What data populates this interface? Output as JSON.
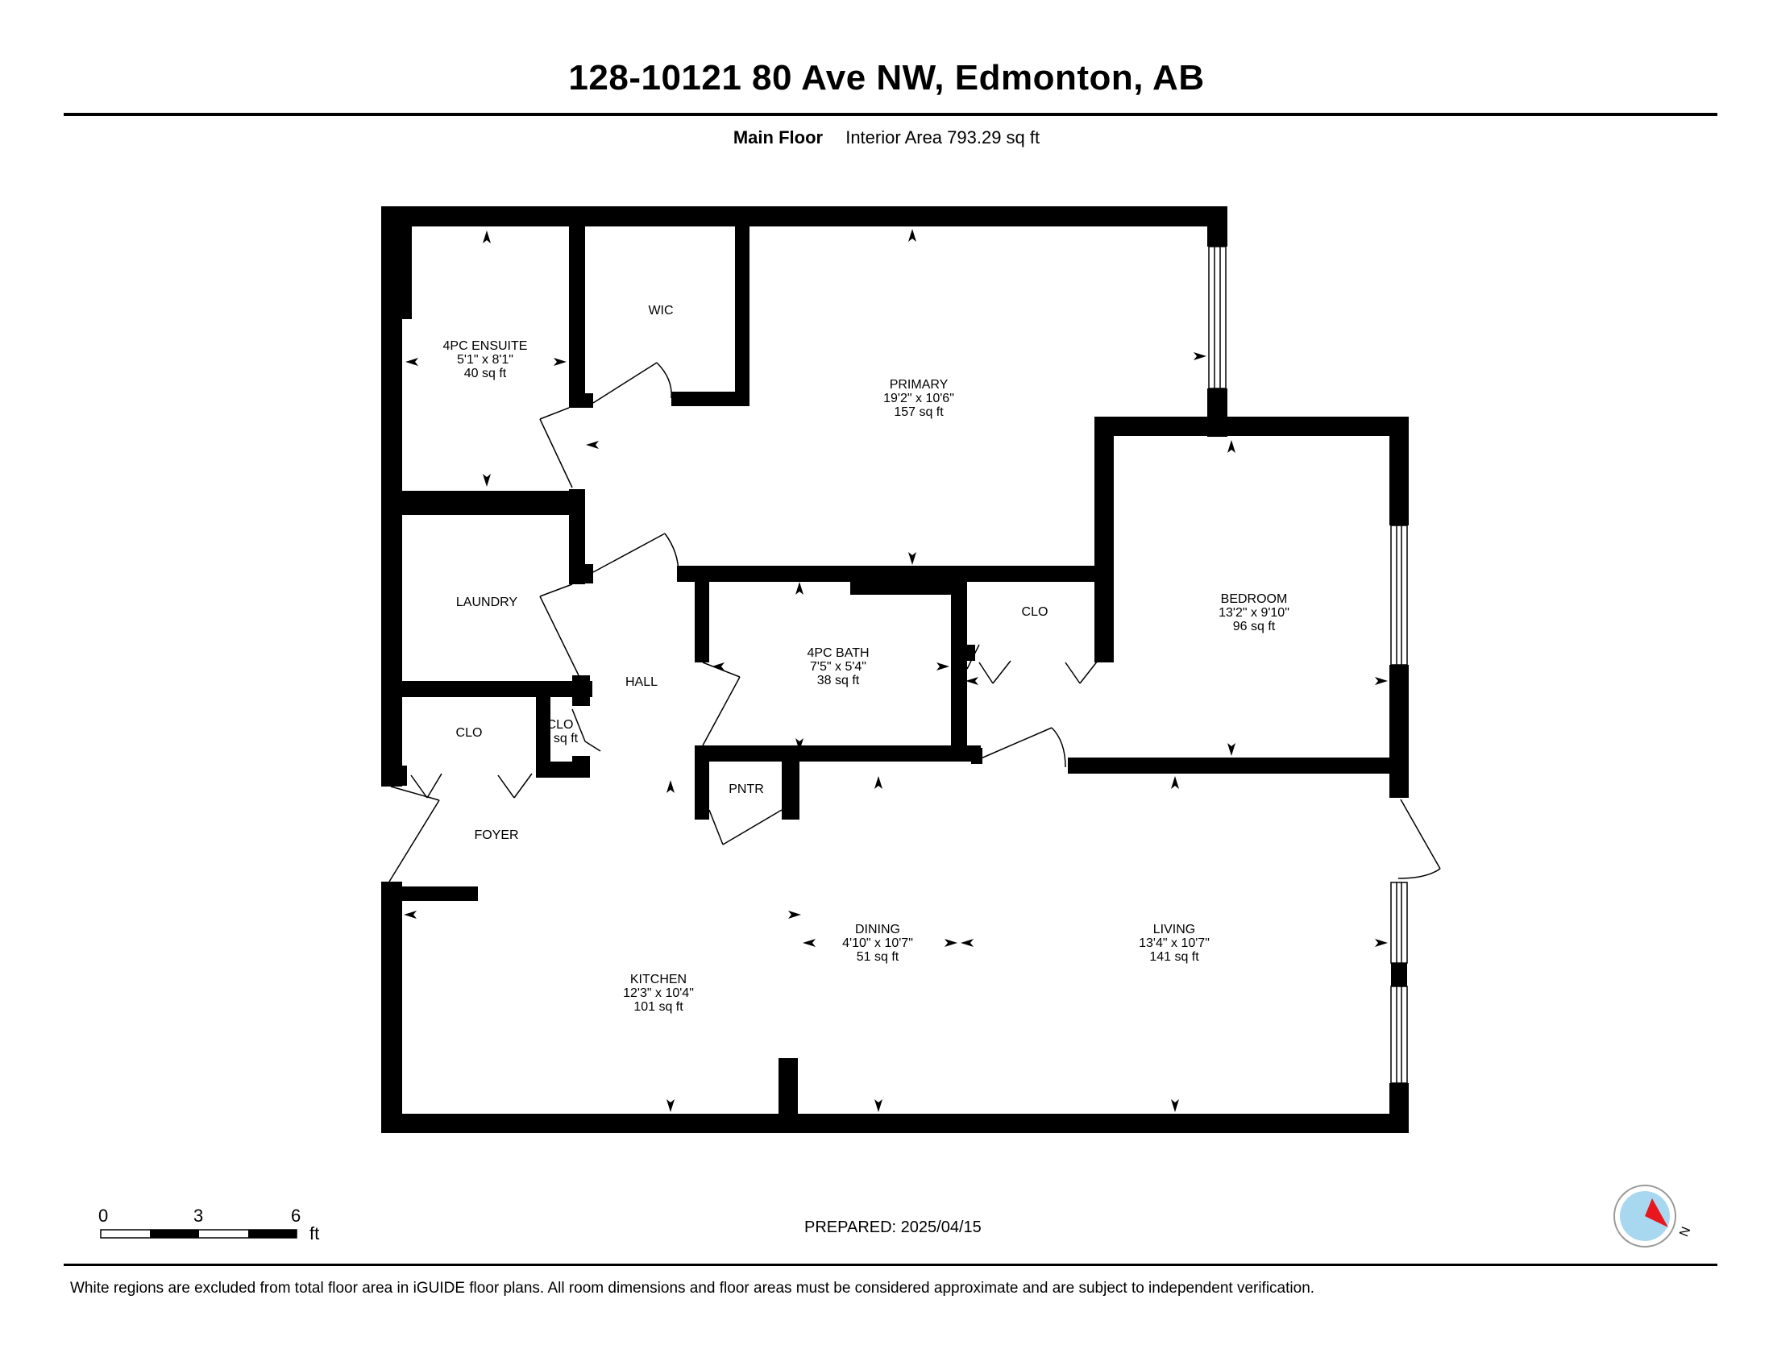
{
  "header": {
    "title": "128-10121 80 Ave NW, Edmonton, AB",
    "floor_label": "Main Floor",
    "interior_area": "Interior Area 793.29 sq ft"
  },
  "rooms": {
    "ensuite": {
      "name": "4PC ENSUITE",
      "dims": "5'1\" x 8'1\"",
      "area": "40 sq ft"
    },
    "wic": {
      "name": "WIC"
    },
    "primary": {
      "name": "PRIMARY",
      "dims": "19'2\" x 10'6\"",
      "area": "157 sq ft"
    },
    "laundry": {
      "name": "LAUNDRY"
    },
    "hall": {
      "name": "HALL"
    },
    "bath": {
      "name": "4PC BATH",
      "dims": "7'5\" x 5'4\"",
      "area": "38 sq ft"
    },
    "clo_bedroom": {
      "name": "CLO"
    },
    "bedroom": {
      "name": "BEDROOM",
      "dims": "13'2\" x 9'10\"",
      "area": "96 sq ft"
    },
    "clo_foyer": {
      "name": "CLO"
    },
    "clo_small": {
      "name": "CLO",
      "area": "sq ft"
    },
    "pntr": {
      "name": "PNTR"
    },
    "foyer": {
      "name": "FOYER"
    },
    "dining": {
      "name": "DINING",
      "dims": "4'10\" x 10'7\"",
      "area": "51 sq ft"
    },
    "living": {
      "name": "LIVING",
      "dims": "13'4\" x 10'7\"",
      "area": "141 sq ft"
    },
    "kitchen": {
      "name": "KITCHEN",
      "dims": "12'3\" x 10'4\"",
      "area": "101 sq ft"
    }
  },
  "scale_bar": {
    "ticks": [
      "0",
      "3",
      "6"
    ],
    "unit": "ft"
  },
  "compass": {
    "icon": "north-arrow-icon",
    "label": "N",
    "accent": "#e8171e",
    "fill": "#a8d8f0"
  },
  "footer": {
    "prepared": "PREPARED: 2025/04/15",
    "disclaimer": "White regions are excluded from total floor area in iGUIDE floor plans. All room dimensions and floor areas must be considered approximate and are subject to independent verification."
  }
}
